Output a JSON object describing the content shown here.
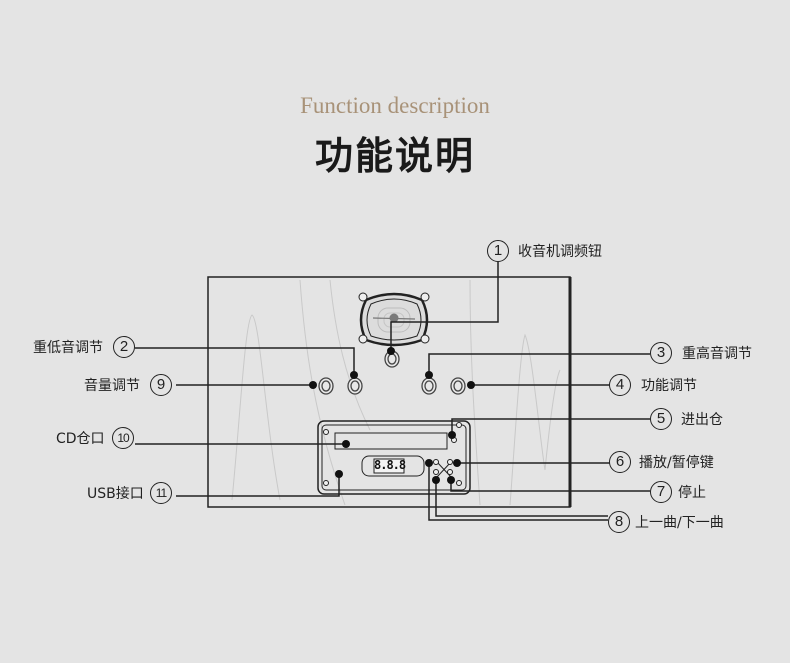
{
  "header": {
    "subtitle": "Function description",
    "title": "功能说明"
  },
  "display": {
    "readout": "8.8.8"
  },
  "callouts": [
    {
      "number": "1",
      "label": "收音机调频钮",
      "side": "right"
    },
    {
      "number": "2",
      "label": "重低音调节",
      "side": "left"
    },
    {
      "number": "3",
      "label": "重高音调节",
      "side": "right"
    },
    {
      "number": "4",
      "label": "功能调节",
      "side": "right"
    },
    {
      "number": "5",
      "label": "进出仓",
      "side": "right"
    },
    {
      "number": "6",
      "label": "播放/暂停键",
      "side": "right"
    },
    {
      "number": "7",
      "label": "停止",
      "side": "right"
    },
    {
      "number": "8",
      "label": "上一曲/下一曲",
      "side": "right"
    },
    {
      "number": "9",
      "label": "音量调节",
      "side": "left"
    },
    {
      "number": "10",
      "label": "CD仓口",
      "side": "left"
    },
    {
      "number": "11",
      "label": "USB接口",
      "side": "left"
    }
  ],
  "colors": {
    "background": "#e4e4e4",
    "subtitle": "#a89278",
    "ink": "#222222"
  }
}
